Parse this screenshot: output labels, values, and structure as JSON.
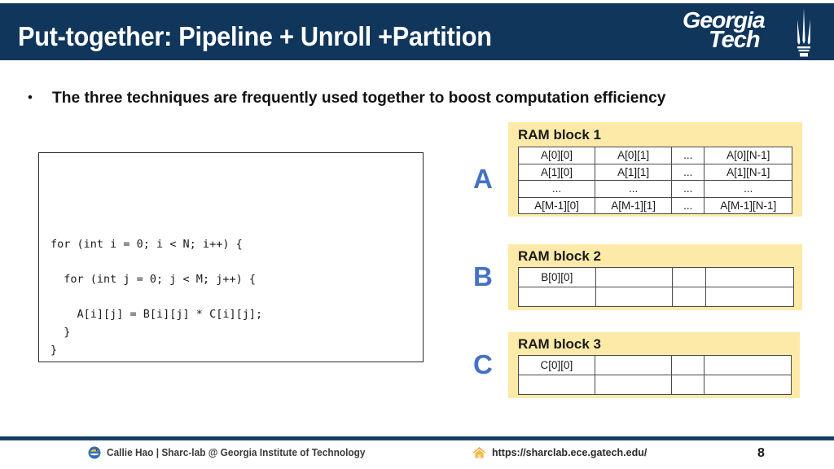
{
  "slide": {
    "title": "Put-together: Pipeline + Unroll +Partition",
    "brand": {
      "logo_line1": "Georgia",
      "logo_line2": "Tech",
      "navy": "#10365c",
      "accent_blue": "#4472C4",
      "panel_yellow": "#FDEAA8"
    }
  },
  "bullet": {
    "marker": "•",
    "text": "The three techniques are frequently used together to boost computation efficiency"
  },
  "code": {
    "lines": "for (int i = 0; i < N; i++) {\n\n  for (int j = 0; j < M; j++) {\n\n    A[i][j] = B[i][j] * C[i][j];\n  }\n}"
  },
  "ram_blocks": [
    {
      "letter": "A",
      "title": "RAM block 1",
      "col_widths": [
        "28%",
        "28%",
        "12%",
        "32%"
      ],
      "rows": [
        [
          "A[0][0]",
          "A[0][1]",
          "...",
          "A[0][N-1]"
        ],
        [
          "A[1][0]",
          "A[1][1]",
          "...",
          "A[1][N-1]"
        ],
        [
          "...",
          "...",
          "...",
          "..."
        ],
        [
          "A[M-1][0]",
          "A[M-1][1]",
          "...",
          "A[M-1][N-1]"
        ]
      ]
    },
    {
      "letter": "B",
      "title": "RAM block 2",
      "col_widths": [
        "28%",
        "28%",
        "12%",
        "32%"
      ],
      "rows": [
        [
          "B[0][0]",
          "",
          "",
          ""
        ],
        [
          "",
          "",
          "",
          ""
        ]
      ]
    },
    {
      "letter": "C",
      "title": "RAM block 3",
      "col_widths": [
        "28%",
        "28%",
        "12%",
        "32%"
      ],
      "rows": [
        [
          "C[0][0]",
          "",
          "",
          ""
        ],
        [
          "",
          "",
          "",
          ""
        ]
      ]
    }
  ],
  "footer": {
    "author": "Callie Hao | Sharc-lab @ Georgia Institute of Technology",
    "url": "https://sharclab.ece.gatech.edu/",
    "page_number": "8"
  }
}
